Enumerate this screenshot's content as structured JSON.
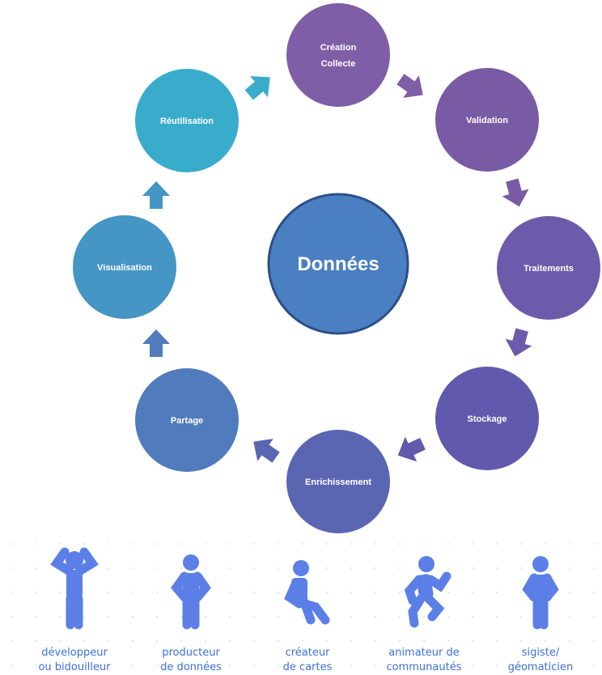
{
  "center": {
    "label": "Données",
    "color": "#4a7fc1"
  },
  "cycle": [
    {
      "lines": [
        "Création",
        "Collecte"
      ],
      "color": "#7e5ea6"
    },
    {
      "lines": [
        "Validation"
      ],
      "color": "#795aa5"
    },
    {
      "lines": [
        "Traitements"
      ],
      "color": "#6d5aab"
    },
    {
      "lines": [
        "Stockage"
      ],
      "color": "#6059ad"
    },
    {
      "lines": [
        "Enrichissement"
      ],
      "color": "#5b66b2"
    },
    {
      "lines": [
        "Partage"
      ],
      "color": "#507cbd"
    },
    {
      "lines": [
        "Visualisation"
      ],
      "color": "#4595c5"
    },
    {
      "lines": [
        "Réutilisation"
      ],
      "color": "#3aaccb"
    }
  ],
  "personas": [
    {
      "lines": [
        "développeur",
        "ou bidouilleur"
      ],
      "icon": "developer-icon"
    },
    {
      "lines": [
        "producteur",
        "de données"
      ],
      "icon": "producer-icon"
    },
    {
      "lines": [
        "créateur",
        "de cartes"
      ],
      "icon": "map-creator-icon"
    },
    {
      "lines": [
        "animateur de",
        "communautés"
      ],
      "icon": "community-animator-icon"
    },
    {
      "lines": [
        "sigiste/",
        "géomaticien"
      ],
      "icon": "geomatician-icon"
    }
  ],
  "colors": {
    "persona_icon": "#5b7fe6",
    "persona_text": "#3d6fd8",
    "dot_grid": "#d7dce3",
    "center_stroke": "#2c4f8a"
  }
}
